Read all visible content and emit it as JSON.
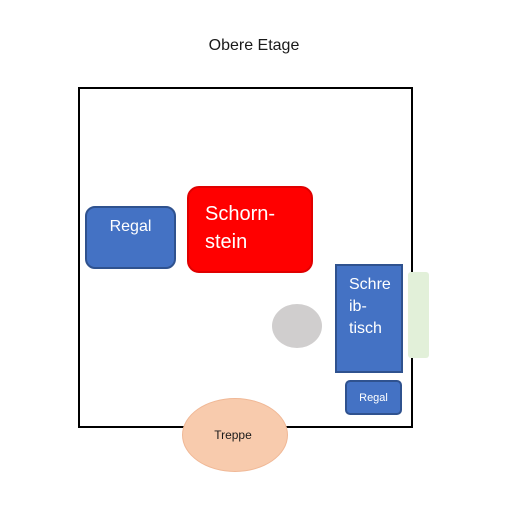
{
  "title": "Obere Etage",
  "rooms": {
    "regal_left": "Regal",
    "schornstein": "Schorn-\nstein",
    "schreibtisch": "Schre\nib-\ntisch",
    "regal_small": "Regal",
    "treppe": "Treppe"
  },
  "colors": {
    "furniture_fill": "#4472c4",
    "furniture_border": "#2f528f",
    "chimney": "#ff0000",
    "round_object": "#d0cece",
    "window": "#e2f0d9",
    "stairs": "#f8cbad",
    "wall": "#000000"
  }
}
